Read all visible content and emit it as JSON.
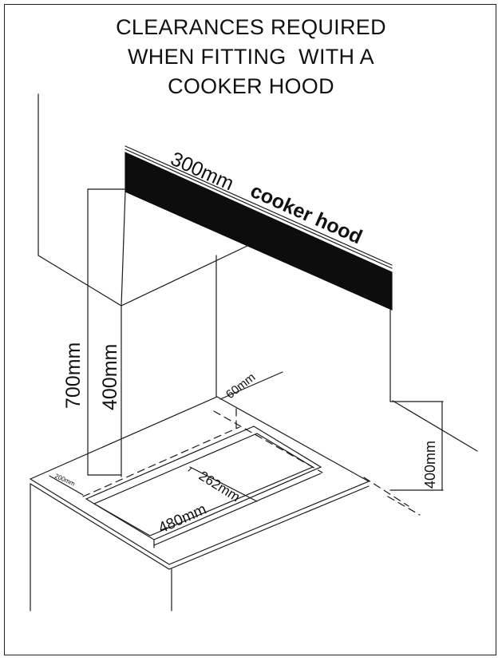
{
  "title": {
    "line1": "CLEARANCES REQUIRED",
    "line2": "WHEN FITTING  WITH A",
    "line3": "COOKER HOOD"
  },
  "labels": {
    "hood_size": "300mm",
    "hood_name": "cooker hood",
    "height_total": "700mm",
    "height_hood": "400mm",
    "rear_gap": "60mm",
    "side_height": "400mm",
    "front_gap": "200mm",
    "cutout_depth": "262mm",
    "cutout_width": "480mm"
  },
  "colors": {
    "line": "#1a1a1a",
    "hood_fill": "#0d0d0d"
  }
}
